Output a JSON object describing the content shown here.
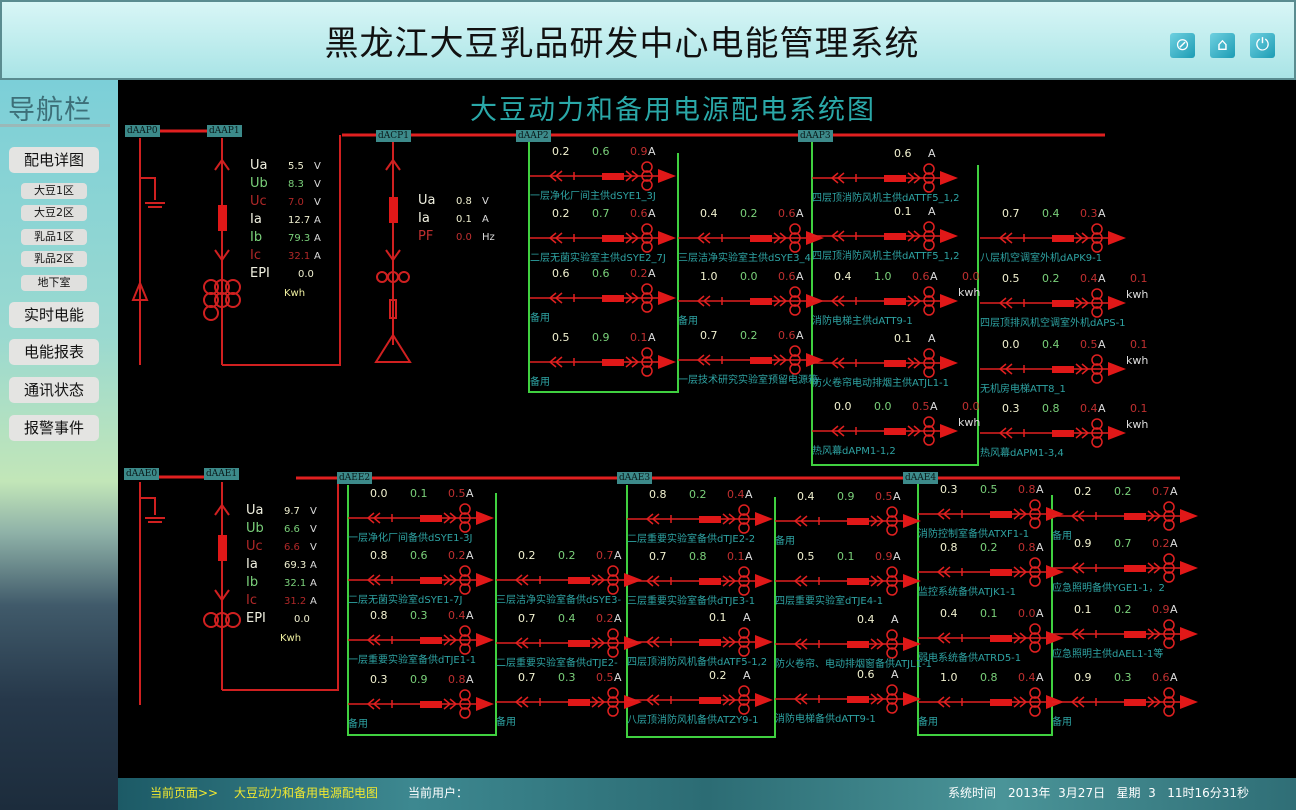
{
  "header": {
    "title": "黑龙江大豆乳品研发中心电能管理系统",
    "icons": [
      "cancel-icon",
      "home-icon",
      "power-icon"
    ]
  },
  "sidebar": {
    "title": "导航栏",
    "items": [
      {
        "label": "配电详图"
      },
      {
        "label": "大豆1区"
      },
      {
        "label": "大豆2区"
      },
      {
        "label": "乳品1区"
      },
      {
        "label": "乳品2区"
      },
      {
        "label": "地下室"
      },
      {
        "label": "实时电能"
      },
      {
        "label": "电能报表"
      },
      {
        "label": "通讯状态"
      },
      {
        "label": "报警事件"
      }
    ]
  },
  "main": {
    "title": "大豆动力和备用电源配电系统图"
  },
  "buses": [
    "dAAP0",
    "dAAP1",
    "dACP1",
    "dAAP2",
    "dAAP3",
    "dAAE0",
    "dAAE1",
    "dAEE2",
    "dAAE3",
    "dAAE4"
  ],
  "incomers": [
    {
      "rows": [
        {
          "k": "Ua",
          "v": "5.5",
          "u": "V"
        },
        {
          "k": "Ub",
          "v": "8.3",
          "u": "V"
        },
        {
          "k": "Uc",
          "v": "7.0",
          "u": "V"
        },
        {
          "k": "Ia",
          "v": "12.7",
          "u": "A"
        },
        {
          "k": "Ib",
          "v": "79.3",
          "u": "A"
        },
        {
          "k": "Ic",
          "v": "32.1",
          "u": "A"
        },
        {
          "k": "EPI",
          "v": "0.0",
          "u": "Kwh"
        }
      ]
    },
    {
      "rows": [
        {
          "k": "Ua",
          "v": "0.8",
          "u": "V"
        },
        {
          "k": "Ia",
          "v": "0.1",
          "u": "A"
        },
        {
          "k": "PF",
          "v": "0.0",
          "u": "Hz"
        }
      ]
    },
    {
      "rows": [
        {
          "k": "Ua",
          "v": "9.7",
          "u": "V"
        },
        {
          "k": "Ub",
          "v": "6.6",
          "u": "V"
        },
        {
          "k": "Uc",
          "v": "6.6",
          "u": "V"
        },
        {
          "k": "Ia",
          "v": "69.3",
          "u": "A"
        },
        {
          "k": "Ib",
          "v": "32.1",
          "u": "A"
        },
        {
          "k": "Ic",
          "v": "31.2",
          "u": "A"
        },
        {
          "k": "EPI",
          "v": "0.0",
          "u": "Kwh"
        }
      ]
    }
  ],
  "feeders": [
    {
      "a": "0.2",
      "b": "0.6",
      "c": "0.9",
      "u": "A",
      "label": "一层净化厂间主供dSYE1_3J"
    },
    {
      "a": "0.2",
      "b": "0.7",
      "c": "0.6",
      "u": "A",
      "label": "二层无菌实验室主供dSYE2_7J"
    },
    {
      "a": "0.6",
      "b": "0.6",
      "c": "0.2",
      "u": "A",
      "label": "备用"
    },
    {
      "a": "0.5",
      "b": "0.9",
      "c": "0.1",
      "u": "A",
      "label": "备用"
    },
    {
      "a": "0.4",
      "b": "0.2",
      "c": "0.6",
      "u": "A",
      "label": "三层洁净实验室主供dSYE3_4"
    },
    {
      "a": "1.0",
      "b": "0.0",
      "c": "0.6",
      "u": "A",
      "label": "备用"
    },
    {
      "a": "0.7",
      "b": "0.2",
      "c": "0.6",
      "u": "A",
      "label": "一层技术研究实验室预留电源箱"
    },
    {
      "s": "0.6",
      "u": "A",
      "label": "四层顶消防风机主供dATTF5_1,2"
    },
    {
      "s": "0.1",
      "u": "A",
      "label": "四层顶消防风机主供dATTF5_1,2"
    },
    {
      "a": "0.4",
      "b": "1.0",
      "c": "0.6",
      "u": "A",
      "kwh": "0.0",
      "ku": "kwh",
      "label": "消防电梯主供dATT9-1"
    },
    {
      "s": "0.1",
      "u": "A",
      "label": "防火卷帘电动排烟主供ATJL1-1"
    },
    {
      "a": "0.0",
      "b": "0.0",
      "c": "0.5",
      "u": "A",
      "kwh": "0.0",
      "ku": "kwh",
      "label": "热风幕dAPM1-1,2"
    },
    {
      "a": "0.7",
      "b": "0.4",
      "c": "0.3",
      "u": "A",
      "label": "八层机空调室外机dAPK9-1"
    },
    {
      "a": "0.5",
      "b": "0.2",
      "c": "0.4",
      "u": "A",
      "kwh": "0.1",
      "ku": "kwh",
      "label": "四层顶排风机空调室外机dAPS-1"
    },
    {
      "a": "0.0",
      "b": "0.4",
      "c": "0.5",
      "u": "A",
      "kwh": "0.1",
      "ku": "kwh",
      "label": "无机房电梯ATT8_1"
    },
    {
      "a": "0.3",
      "b": "0.8",
      "c": "0.4",
      "u": "A",
      "kwh": "0.1",
      "ku": "kwh",
      "label": "热风幕dAPM1-3,4"
    },
    {
      "a": "0.0",
      "b": "0.1",
      "c": "0.5",
      "u": "A",
      "label": "一层净化厂间备供dSYE1-3J"
    },
    {
      "a": "0.8",
      "b": "0.6",
      "c": "0.2",
      "u": "A",
      "label": "二层无菌实验室dSYE1-7J"
    },
    {
      "a": "0.8",
      "b": "0.3",
      "c": "0.4",
      "u": "A",
      "label": "一层重要实验室备供dTJE1-1"
    },
    {
      "a": "0.3",
      "b": "0.9",
      "c": "0.8",
      "u": "A",
      "label": "备用"
    },
    {
      "a": "0.2",
      "b": "0.2",
      "c": "0.7",
      "u": "A",
      "label": "三层洁净实验室备供dSYE3-"
    },
    {
      "a": "0.7",
      "b": "0.4",
      "c": "0.2",
      "u": "A",
      "label": "二层重要实验室备供dTJE2-"
    },
    {
      "a": "0.7",
      "b": "0.3",
      "c": "0.5",
      "u": "A",
      "label": "备用"
    },
    {
      "a": "0.8",
      "b": "0.2",
      "c": "0.4",
      "u": "A",
      "label": "二层重要实验室备供dTJE2-2"
    },
    {
      "a": "0.7",
      "b": "0.8",
      "c": "0.1",
      "u": "A",
      "label": "三层重要实验室备供dTJE3-1"
    },
    {
      "s": "0.1",
      "u": "A",
      "label": "四层顶消防风机备供dATF5-1,2"
    },
    {
      "s": "0.2",
      "u": "A",
      "label": "八层顶消防风机备供ATZY9-1"
    },
    {
      "a": "0.4",
      "b": "0.9",
      "c": "0.5",
      "u": "A",
      "label": "备用"
    },
    {
      "a": "0.5",
      "b": "0.1",
      "c": "0.9",
      "u": "A",
      "label": "四层重要实验室dTJE4-1"
    },
    {
      "s": "0.4",
      "u": "A",
      "label": "防火卷帘、电动排烟窗备供ATJL1-1"
    },
    {
      "s": "0.6",
      "u": "A",
      "label": "消防电梯备供dATT9-1"
    },
    {
      "a": "0.3",
      "b": "0.5",
      "c": "0.8",
      "u": "A",
      "label": "消防控制室备供ATXF1-1"
    },
    {
      "a": "0.8",
      "b": "0.2",
      "c": "0.8",
      "u": "A",
      "label": "监控系统备供ATJK1-1"
    },
    {
      "a": "0.4",
      "b": "0.1",
      "c": "0.0",
      "u": "A",
      "label": "弱电系统备供ATRD5-1"
    },
    {
      "a": "1.0",
      "b": "0.8",
      "c": "0.4",
      "u": "A",
      "label": "备用"
    },
    {
      "a": "0.2",
      "b": "0.2",
      "c": "0.7",
      "u": "A",
      "label": "备用"
    },
    {
      "a": "0.9",
      "b": "0.7",
      "c": "0.2",
      "u": "A",
      "label": "应急照明备供YGE1-1，2"
    },
    {
      "a": "0.1",
      "b": "0.2",
      "c": "0.9",
      "u": "A",
      "label": "应急照明主供dAEL1-1等"
    },
    {
      "a": "0.9",
      "b": "0.3",
      "c": "0.6",
      "u": "A",
      "label": "备用"
    }
  ],
  "footer": {
    "page_label": "当前页面>>",
    "page_name": "大豆动力和备用电源配电图",
    "user_label": "当前用户：",
    "time_label": "系统时间",
    "time": "2013年  3月27日   星期  3   11时16分31秒"
  },
  "colors": {
    "bus": "#e02020",
    "box": "#40d040",
    "label": "#2ea3a3"
  }
}
